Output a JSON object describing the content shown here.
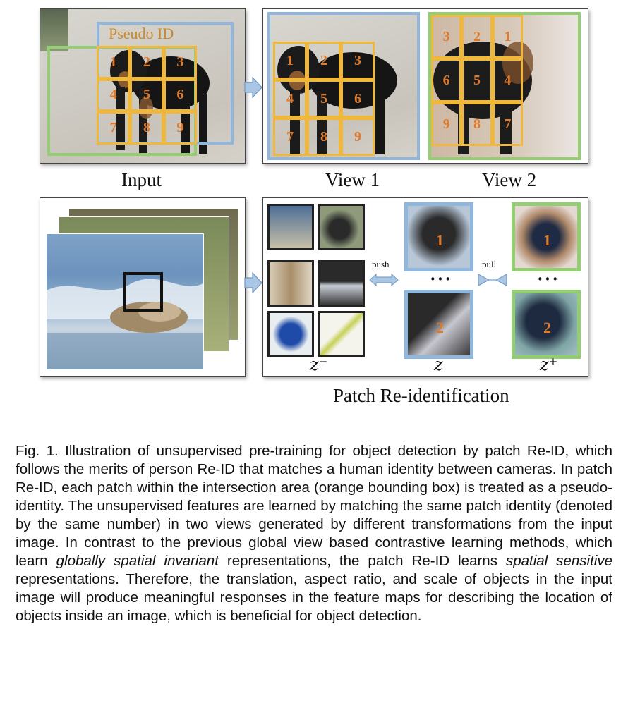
{
  "figure": {
    "top_labels": {
      "input": "Input",
      "view1": "View 1",
      "view2": "View 2"
    },
    "pseudo_id": "Pseudo ID",
    "grid_numbers": [
      "1",
      "2",
      "3",
      "4",
      "5",
      "6",
      "7",
      "8",
      "9"
    ],
    "view2_numbers": [
      "3",
      "2",
      "1",
      "6",
      "5",
      "4",
      "9",
      "8",
      "7"
    ],
    "push": "push",
    "pull": "pull",
    "dots": "···",
    "patch_numbers": {
      "a": "1",
      "b": "2"
    },
    "z_minus": "z⁻",
    "z": "z",
    "z_plus": "z⁺",
    "patch_reid": "Patch Re-identification"
  },
  "caption": {
    "prefix": "Fig. 1.  Illustration of unsupervised pre-training for object detection by patch Re-ID, which follows the merits of person Re-ID that matches a human identity between cameras. In patch Re-ID, each patch within the intersection area (orange bounding box) is treated as a pseudo-identity. The unsupervised features are learned by matching the same patch identity (denoted by the same number) in two views generated by different transformations from the input image. In contrast to the previous global view based contrastive learning methods, which learn ",
    "em1": "globally spatial invariant",
    "mid": " representations, the patch Re-ID learns ",
    "em2": "spatial sensitive",
    "suffix": " representations. Therefore, the translation, aspect ratio, and scale of objects in the input image will produce meaningful responses in the feature maps for describing the location of objects inside an image, which is beneficial for object detection."
  },
  "colors": {
    "blue": "#8fb6dd",
    "green": "#93cf72",
    "orange": "#f0b83a",
    "number": "#e07a2a"
  }
}
